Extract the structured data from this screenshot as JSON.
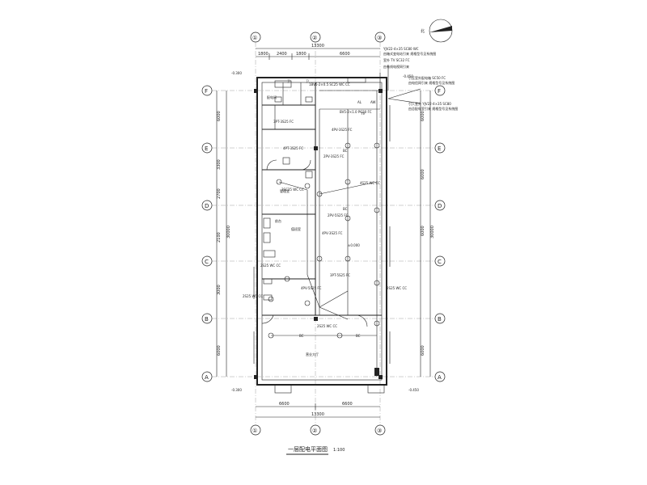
{
  "drawing": {
    "title": "一层配电平面图",
    "scale": "1:100",
    "north_mark": "北",
    "grid_top": [
      "①",
      "②",
      "③"
    ],
    "grid_bottom": [
      "①",
      "②",
      "③"
    ],
    "grid_rows": [
      "F",
      "E",
      "D",
      "C",
      "B",
      "A"
    ],
    "dims_top_total": "13300",
    "dims_top": [
      "1800",
      "2400",
      "1800",
      "6600"
    ],
    "dims_bottom": [
      "6600",
      "6600"
    ],
    "dims_bottom_total": "13300",
    "dims_left": [
      "6000",
      "3300",
      "2700",
      "2100",
      "3000",
      "6000"
    ],
    "dims_left_total": "30000",
    "dims_right": [
      "6000",
      "6000",
      "6000",
      "6000"
    ],
    "dims_right_total": "30000",
    "levels": {
      "left_top": "-0.300",
      "left_bottom": "-0.300",
      "right_mid": "-0.450",
      "right_bottom": "-0.450",
      "center": "±0.000"
    },
    "circuit_labels": [
      "1BV6-2×0.5 SC25 WC CC",
      "3PT-3S25 FC",
      "4PV-3S25 FC",
      "4PT-3S25 FC",
      "2PV-3S25 FC",
      "4S25 WC CC",
      "3SC25 WC CC",
      "2PV-5S25 FC",
      "4PV-3S25 FC",
      "2S25 WC CC",
      "2S25 WC CC",
      "3PT-5S25 FC",
      "4PV-5S25 FC",
      "2S25 WC CC",
      "2S25 WC CC",
      "BV5-2×1.0 PC20 FC"
    ],
    "notes_top_right": [
      "YJV22-4×35 SC80 WC",
      "由箱式变电站引来 规格型号见系统图",
      "室外 TV SC32 FC",
      "由有线电视网引来",
      "引至室外配电箱 SC50 FC",
      "由电信网引来 规格型号见系统图",
      "引入室外 YJV22-4×35 SC80",
      "由总配电室引来 规格型号见系统图"
    ],
    "room_labels": [
      "卫",
      "卫",
      "管理室",
      "前台",
      "值班室",
      "营业大厅",
      "配电间"
    ],
    "panel_labels": [
      "AL",
      "AW",
      "TV",
      "BC",
      "BC",
      "BC",
      "BC"
    ]
  }
}
